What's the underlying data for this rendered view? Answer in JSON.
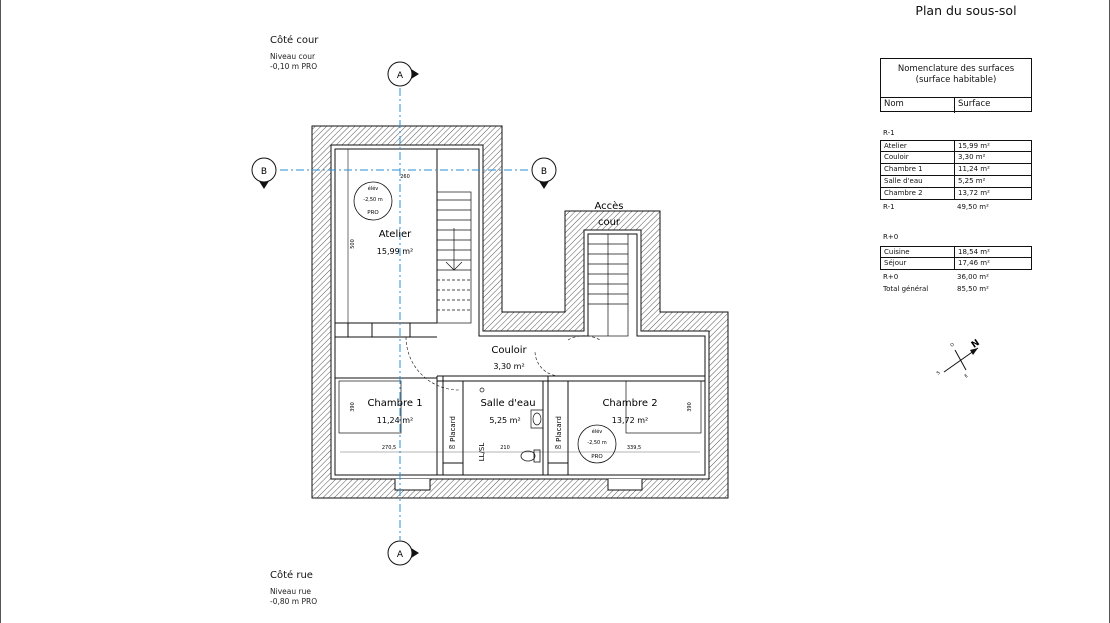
{
  "title": "Plan du sous-sol",
  "side_top": {
    "title": "Côté cour",
    "line1": "Niveau cour",
    "line2": "-0,10 m PRO"
  },
  "side_bottom": {
    "title": "Côté rue",
    "line1": "Niveau rue",
    "line2": "-0,80 m PRO"
  },
  "table": {
    "title_line1": "Nomenclature des surfaces",
    "title_line2": "(surface habitable)",
    "col_name": "Nom",
    "col_surface": "Surface",
    "group1": {
      "label": "R-1",
      "rows": [
        {
          "name": "Atelier",
          "surface": "15,99 m²"
        },
        {
          "name": "Couloir",
          "surface": "3,30 m²"
        },
        {
          "name": "Chambre 1",
          "surface": "11,24 m²"
        },
        {
          "name": "Salle d'eau",
          "surface": "5,25 m²"
        },
        {
          "name": "Chambre 2",
          "surface": "13,72 m²"
        }
      ],
      "subtotal": {
        "name": "R-1",
        "surface": "49,50 m²"
      }
    },
    "group2": {
      "label": "R+0",
      "rows": [
        {
          "name": "Cuisine",
          "surface": "18,54 m²"
        },
        {
          "name": "Séjour",
          "surface": "17,46 m²"
        }
      ],
      "subtotal": {
        "name": "R+0",
        "surface": "36,00 m²"
      },
      "total": {
        "name": "Total général",
        "surface": "85,50 m²"
      }
    }
  },
  "rooms": {
    "atelier": {
      "name": "Atelier",
      "area": "15,99 m²"
    },
    "couloir": {
      "name": "Couloir",
      "area": "3,30 m²"
    },
    "chambre1": {
      "name": "Chambre 1",
      "area": "11,24 m²"
    },
    "salle": {
      "name": "Salle d'eau",
      "area": "5,25 m²"
    },
    "chambre2": {
      "name": "Chambre 2",
      "area": "13,72 m²"
    },
    "acces_line1": "Accès",
    "acces_line2": "cour"
  },
  "section_markers": {
    "a": "A",
    "b": "B"
  },
  "elevation_tags": {
    "tag1": {
      "line1": "élév",
      "line2": "-2,50 m",
      "line3": "PRO"
    },
    "tag2": {
      "line1": "élév",
      "line2": "-2,50 m",
      "line3": "PRO"
    }
  },
  "fixtures": {
    "placard": "Placard",
    "lusl": "LL/SL"
  },
  "dimensions": {
    "d_260": "260",
    "d_500": "500",
    "d_390_left": "390",
    "d_390_right": "390",
    "d_270": "270,5",
    "d_60a": "60",
    "d_210": "210",
    "d_60b": "60",
    "d_339": "339,5"
  },
  "compass": {
    "n": "N",
    "s": "S",
    "e": "E",
    "o": "O"
  },
  "colors": {
    "axis": "#2b8fd6",
    "wall": "#111111",
    "hatch": "#444444",
    "thin": "#444444"
  }
}
